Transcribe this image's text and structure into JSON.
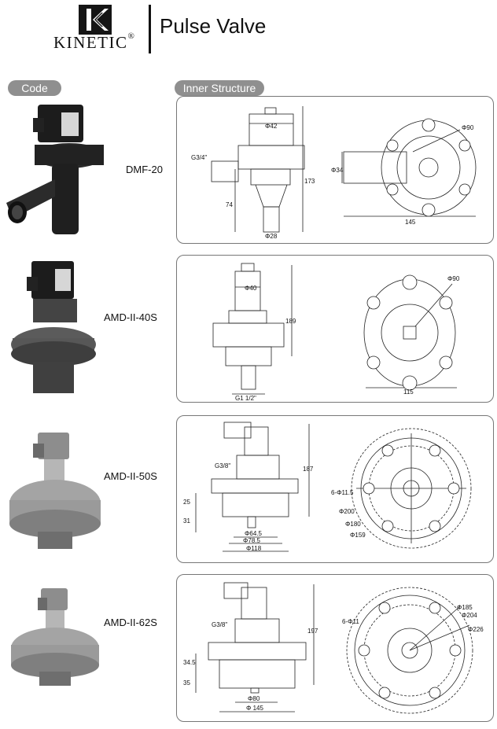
{
  "header": {
    "brand": "KINETIC",
    "registered_mark": "®",
    "title": "Pulse Valve"
  },
  "labels": {
    "code": "Code",
    "inner_structure": "Inner Structure"
  },
  "rows": [
    {
      "model": "DMF-20",
      "side_dims": [
        "Φ42",
        "G3/4\"",
        "173",
        "74",
        "Φ28"
      ],
      "top_dims": [
        "Φ90",
        "Φ34",
        "145"
      ]
    },
    {
      "model": "AMD-II-40S",
      "side_dims": [
        "Φ40",
        "189",
        "G1 1/2\""
      ],
      "top_dims": [
        "Φ90",
        "115"
      ]
    },
    {
      "model": "AMD-II-50S",
      "side_dims": [
        "G3/8\"",
        "187",
        "25",
        "31",
        "Φ64.5",
        "Φ78.5",
        "Φ118"
      ],
      "top_dims": [
        "6-Φ11.5",
        "Φ200",
        "Φ180",
        "Φ159"
      ]
    },
    {
      "model": "AMD-II-62S",
      "side_dims": [
        "G3/8\"",
        "197",
        "34.5",
        "35",
        "Φ80",
        "Φ 145"
      ],
      "top_dims": [
        "Φ185",
        "Φ204",
        "Φ226",
        "6-Φ11"
      ]
    }
  ]
}
